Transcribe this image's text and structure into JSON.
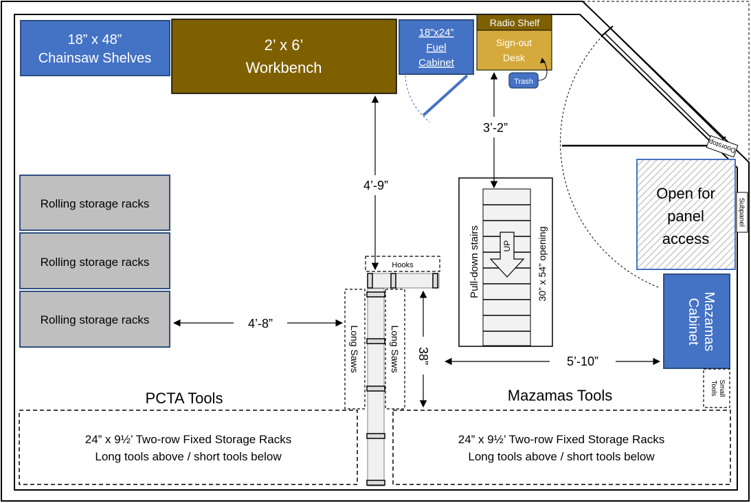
{
  "title": "",
  "furniture": {
    "chainsaw_shelves": [
      "18” x 48”",
      "Chainsaw Shelves"
    ],
    "workbench": [
      "2’ x 6’",
      "Workbench"
    ],
    "fuel_cabinet": [
      "18”x24”",
      "Fuel",
      "Cabinet"
    ],
    "radio_shelf": "Radio Shelf",
    "signout_desk": [
      "Sign-out",
      "Desk"
    ],
    "trash": "Trash",
    "rolling_racks": [
      "Rolling storage racks",
      "Rolling storage racks",
      "Rolling storage racks"
    ],
    "panel_access": [
      "Open for",
      "panel",
      "access"
    ],
    "subpanel": "Subpanel",
    "doorstop": "Doorstop",
    "mazamas_cabinet": [
      "Mazamas",
      "Cabinet"
    ],
    "small_tools": [
      "Small",
      "Tools"
    ],
    "hooks": "Hooks",
    "long_saws_left": "Long Saws",
    "long_saws_right": "Long Saws",
    "stairs_label": "Pull-down stairs",
    "stairs_opening": "30” x 54” opening",
    "stairs_arrow": "UP"
  },
  "tool_areas": {
    "pcta": {
      "title": "PCTA Tools",
      "line1": "24” x 9½’  Two-row Fixed Storage Racks",
      "line2": "Long tools above / short tools below"
    },
    "mazamas": {
      "title": "Mazamas Tools",
      "line1": "24” x 9½’  Two-row Fixed Storage Racks",
      "line2": "Long tools above / short tools below"
    }
  },
  "dimensions": {
    "workbench_to_hooks": "4’-9”",
    "desk_to_stairs": "3’-2”",
    "racks_to_saws": "4’-8”",
    "hooks_to_racks": "38”",
    "stairs_to_cabinet": "5’-10”"
  },
  "colors": {
    "blue": "#4472c4",
    "brown": "#7f6000",
    "gold": "#d4aa3c",
    "gray": "#bfbfbf",
    "border": "#2f4f7f"
  }
}
